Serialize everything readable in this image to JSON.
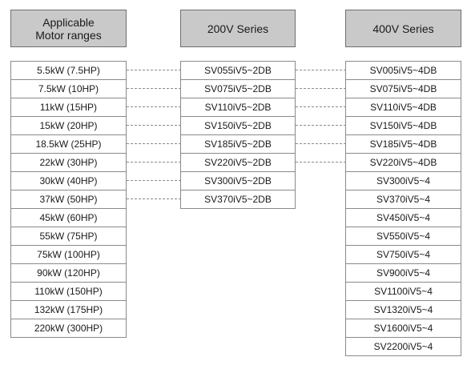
{
  "headers": {
    "motor": "Applicable\nMotor ranges",
    "s200": "200V Series",
    "s400": "400V Series"
  },
  "motor_ranges": [
    "5.5kW (7.5HP)",
    "7.5kW (10HP)",
    "11kW (15HP)",
    "15kW (20HP)",
    "18.5kW (25HP)",
    "22kW (30HP)",
    "30kW (40HP)",
    "37kW (50HP)",
    "45kW (60HP)",
    "55kW (75HP)",
    "75kW (100HP)",
    "90kW (120HP)",
    "110kW (150HP)",
    "132kW (175HP)",
    "220kW (300HP)"
  ],
  "series_200v": [
    "SV055iV5~2DB",
    "SV075iV5~2DB",
    "SV110iV5~2DB",
    "SV150iV5~2DB",
    "SV185iV5~2DB",
    "SV220iV5~2DB",
    "SV300iV5~2DB",
    "SV370iV5~2DB"
  ],
  "series_400v": [
    "SV005iV5~4DB",
    "SV075iV5~4DB",
    "SV110iV5~4DB",
    "SV150iV5~4DB",
    "SV185iV5~4DB",
    "SV220iV5~4DB",
    "SV300iV5~4",
    "SV370iV5~4",
    "SV450iV5~4",
    "SV550iV5~4",
    "SV750iV5~4",
    "SV900iV5~4",
    "SV1100iV5~4",
    "SV1320iV5~4",
    "SV1600iV5~4",
    "SV2200iV5~4"
  ],
  "colors": {
    "header_fill": "#c9c9c9",
    "border": "#8a8a8a",
    "connector": "#8a8a8a"
  }
}
